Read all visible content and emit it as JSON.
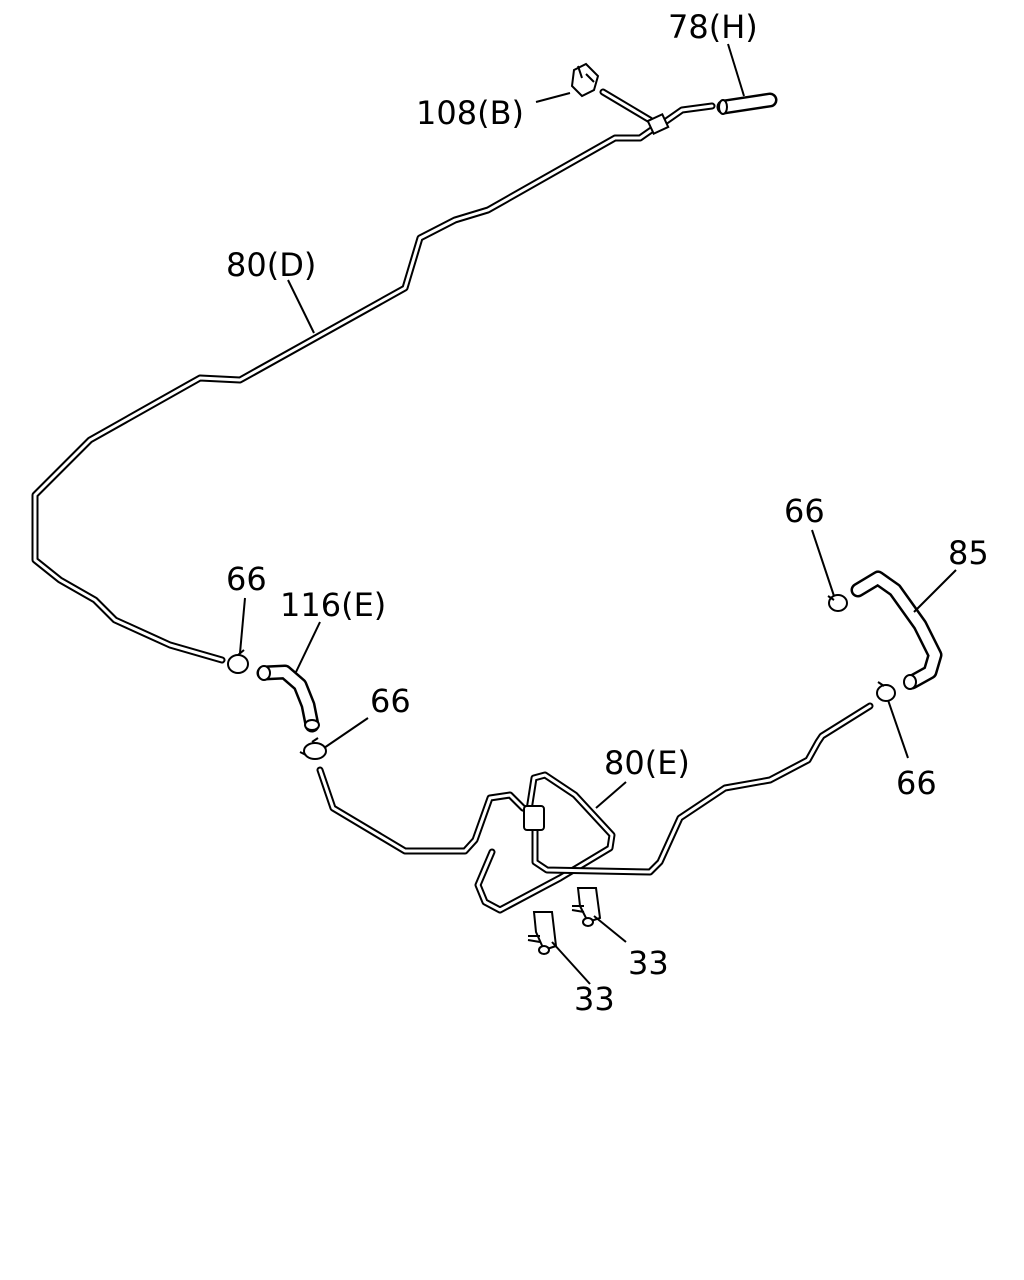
{
  "callouts": {
    "hose_78h": "78(H)",
    "clip_108b": "108(B)",
    "pipe_80d": "80(D)",
    "clamp_66_left": "66",
    "hose_116e": "116(E)",
    "clamp_66_mid": "66",
    "clamp_66_right_top": "66",
    "hose_85": "85",
    "clamp_66_right_bottom": "66",
    "pipe_80e": "80(E)",
    "bracket_33_right": "33",
    "bracket_33_left": "33"
  }
}
